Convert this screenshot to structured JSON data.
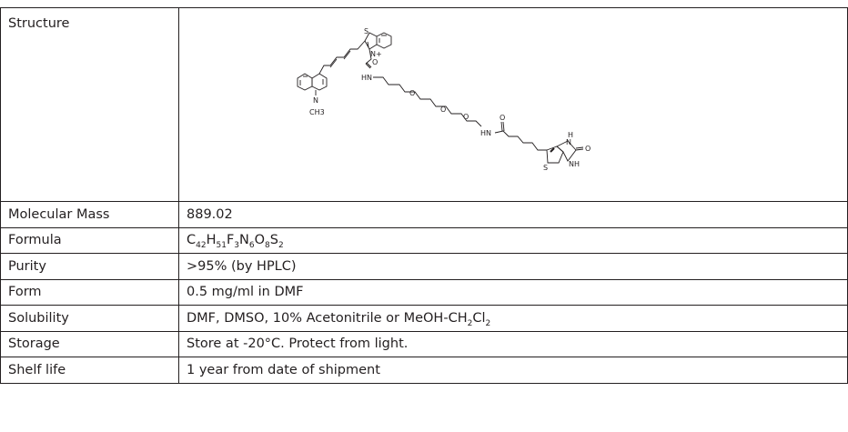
{
  "rows": [
    {
      "label": "Structure"
    },
    {
      "label": "Molecular Mass",
      "value": "889.02"
    },
    {
      "label": "Formula",
      "formula": [
        [
          "C",
          "42"
        ],
        [
          "H",
          "51"
        ],
        [
          "F",
          "3"
        ],
        [
          "N",
          "6"
        ],
        [
          "O",
          "8"
        ],
        [
          "S",
          "2"
        ]
      ]
    },
    {
      "label": "Purity",
      "value": ">95% (by HPLC)"
    },
    {
      "label": "Form",
      "value": "0.5 mg/ml in DMF"
    },
    {
      "label": "Solubility",
      "value_prefix": "DMF, DMSO, 10% Acetonitrile or MeOH-CH",
      "sub1": "2",
      "mid": "Cl",
      "sub2": "2"
    },
    {
      "label": "Storage",
      "value": "Store at -20°C. Protect from light."
    },
    {
      "label": "Shelf life",
      "value": "1 year from date of shipment"
    }
  ],
  "structure_labels": {
    "s1": "S",
    "n_plus": "N+",
    "o1": "O",
    "hn1": "HN",
    "o2": "O",
    "o3": "O",
    "o4": "O",
    "hn2": "HN",
    "o5": "O",
    "n_methyl": "N",
    "ch3": "CH3",
    "h_top": "H",
    "n_top": "N",
    "o6": "O",
    "nh": "NH",
    "s2": "S"
  }
}
